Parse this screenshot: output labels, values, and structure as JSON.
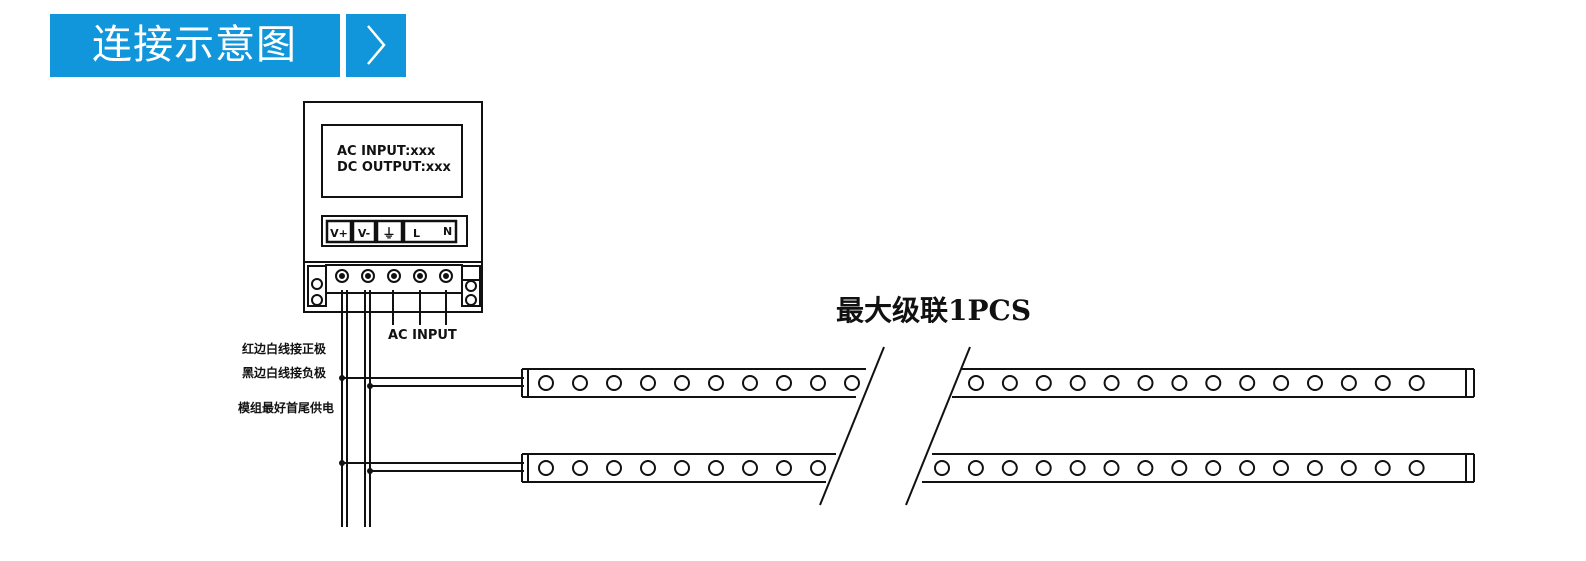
{
  "header": {
    "title": "连接示意图",
    "accent_color": "#1296db",
    "arrow_icon": "chevron-right-icon"
  },
  "power_supply": {
    "display_line1": "AC INPUT:xxx",
    "display_line2": "DC OUTPUT:xxx",
    "terminals": [
      "V+",
      "V-",
      "⏚",
      "L",
      "N"
    ],
    "ac_input_label": "AC INPUT"
  },
  "notes": {
    "line1": "红边白线接正极",
    "line2": "黑边白线接负极",
    "line3": "模组最好首尾供电"
  },
  "cascade_label": "最大级联1PCS"
}
